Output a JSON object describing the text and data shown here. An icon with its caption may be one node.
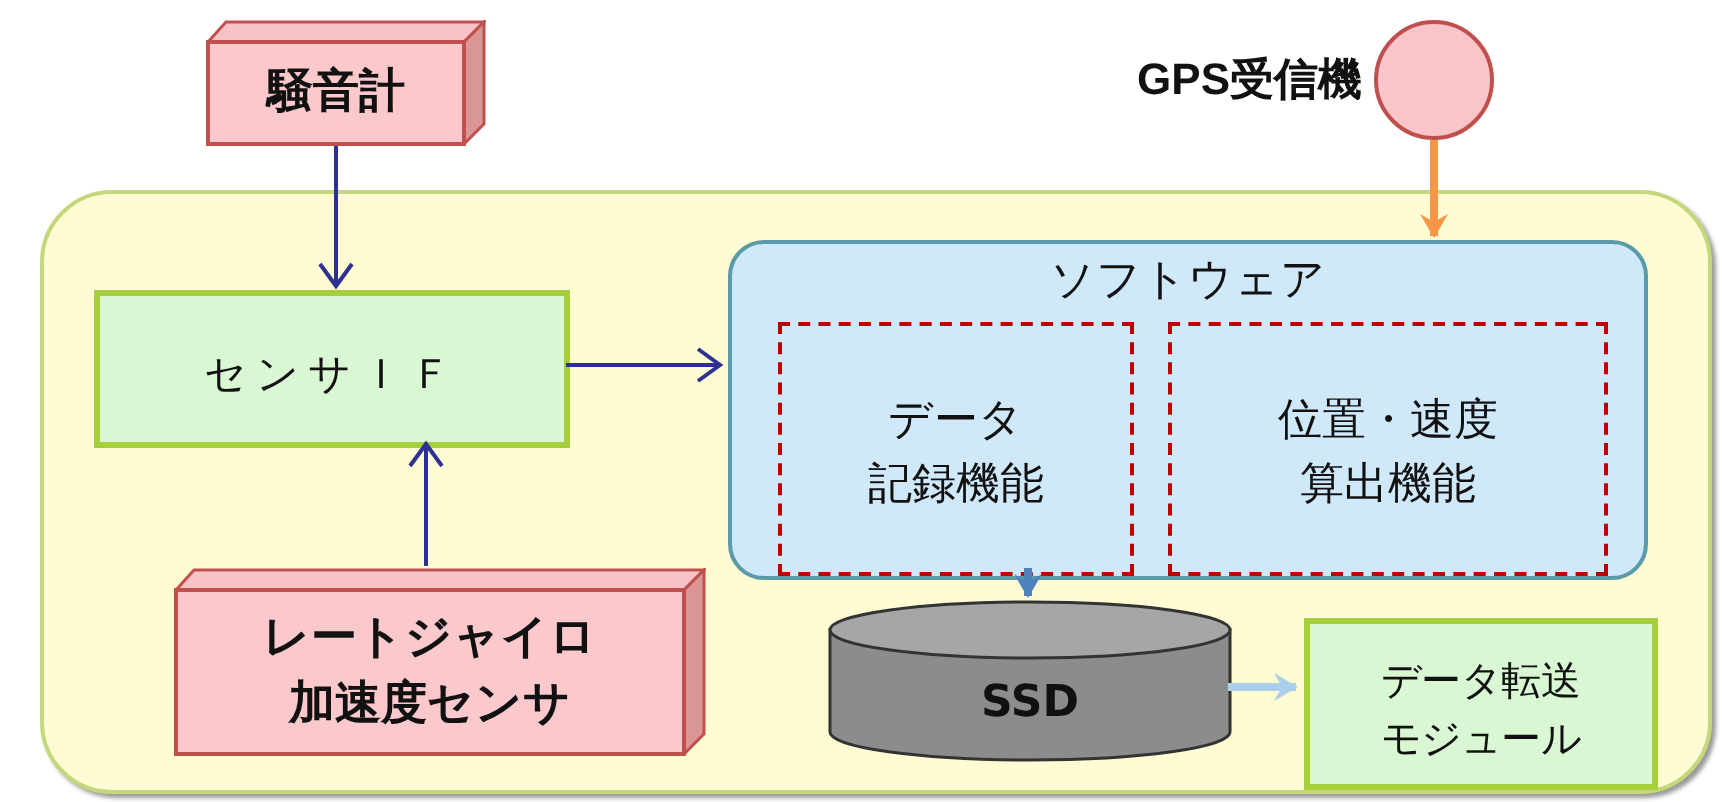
{
  "diagram": {
    "nodes": [
      {
        "text": [
          "騒音計"
        ]
      },
      {
        "text": [],
        "shape": "box"
      },
      {
        "text": [
          "センサＩＦ"
        ],
        "in": 1
      },
      {
        "text": [
          "ソフトウェア"
        ],
        "in": 1
      },
      {
        "text": [
          "データ記録機能"
        ],
        "in": 3
      },
      {
        "text": [
          "位置・速度算出機能"
        ],
        "in": 3
      },
      {
        "text": [
          "レートジャイロ加速度センサ"
        ],
        "in": 1
      },
      {
        "text": [
          "SSD"
        ],
        "in": 1
      },
      {
        "text": [
          "データ転送モジュール"
        ],
        "in": 1
      },
      {
        "text": [],
        "shape": "circle",
        "beside": [
          "GPS受信機"
        ]
      }
    ],
    "edges": [
      {
        "from": 0,
        "to": 2,
        "arrow": "to"
      },
      {
        "from": 6,
        "to": 2,
        "arrow": "to"
      },
      {
        "from": 2,
        "to": 3,
        "arrow": "to"
      },
      {
        "from": 9,
        "to": 3,
        "arrow": "to",
        "style": "thick",
        "color": "#f79646"
      },
      {
        "from": 4,
        "to": 7,
        "arrow": "to",
        "style": "thick",
        "color": "#4f81bd"
      },
      {
        "from": 7,
        "to": 8,
        "arrow": "to",
        "style": "thick",
        "color": "#a9d0e8"
      }
    ]
  }
}
